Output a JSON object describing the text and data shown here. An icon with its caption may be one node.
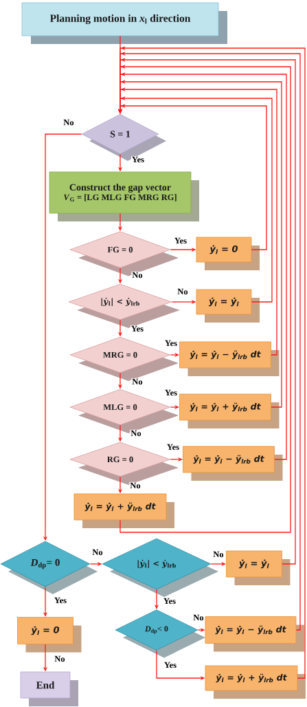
{
  "diagram": {
    "nodes": [
      {
        "text": [
          "Planning motion in *x*$_{l}$ direction"
        ]
      },
      {
        "text": [
          "S = 1"
        ]
      },
      {
        "text": [
          "Construct the gap vector",
          "*V*$_{G}$ = [LG MLG FG MRG RG]"
        ]
      },
      {
        "text": [
          "FG = 0"
        ]
      },
      {
        "text": [
          "ẏ$_{l}$ = 0"
        ]
      },
      {
        "text": [
          "|*ẏ*$_{l}$| < *ẏ*$_{lrb}$"
        ]
      },
      {
        "text": [
          "ẏ$_{l}$ = ẏ$_{l}$"
        ]
      },
      {
        "text": [
          "MRG = 0"
        ]
      },
      {
        "text": [
          "ẏ$_{l}$ = ẏ$_{l}$ − ÿ$_{lrb}$ dt"
        ]
      },
      {
        "text": [
          "MLG = 0"
        ]
      },
      {
        "text": [
          "ẏ$_{l}$ = ẏ$_{l}$ + ÿ$_{lrb}$ dt"
        ]
      },
      {
        "text": [
          "RG = 0"
        ]
      },
      {
        "text": [
          "ẏ$_{l}$ = ẏ$_{l}$ − ÿ$_{lrb}$ dt"
        ]
      },
      {
        "text": [
          "ẏ$_{l}$ = ẏ$_{l}$ + ÿ$_{lrb}$ dt"
        ]
      },
      {
        "text": [
          "*D*$_{dp}$= 0"
        ]
      },
      {
        "text": [
          "|*ẏ*$_{l}$| < *ẏ*$_{lrb}$"
        ]
      },
      {
        "text": [
          "ẏ$_{l}$ = ẏ$_{l}$"
        ]
      },
      {
        "text": [
          "ẏ$_{l}$ = 0"
        ]
      },
      {
        "text": [
          "*D*$_{dp}$< 0"
        ]
      },
      {
        "text": [
          "ẏ$_{l}$ = ẏ$_{l}$ − ÿ$_{lrb}$ dt"
        ]
      },
      {
        "text": [
          "End"
        ]
      },
      {
        "text": [
          "ẏ$_{l}$ = ẏ$_{l}$ + ÿ$_{lrb}$ dt"
        ]
      }
    ],
    "edges": [
      {
        "from": 0,
        "to": 1,
        "arrow": "to"
      },
      {
        "from": 1,
        "to": 2,
        "arrow": "to",
        "label": "Yes"
      },
      {
        "from": 1,
        "to": 14,
        "arrow": "to",
        "label": "No"
      },
      {
        "from": 2,
        "to": 3,
        "arrow": "to"
      },
      {
        "from": 3,
        "to": 4,
        "arrow": "to",
        "label": "Yes"
      },
      {
        "from": 3,
        "to": 5,
        "arrow": "to",
        "label": "No"
      },
      {
        "from": 4,
        "to": 1,
        "arrow": "to"
      },
      {
        "from": 5,
        "to": 6,
        "arrow": "to",
        "label": "No"
      },
      {
        "from": 5,
        "to": 7,
        "arrow": "to",
        "label": "Yes"
      },
      {
        "from": 6,
        "to": 1,
        "arrow": "to"
      },
      {
        "from": 7,
        "to": 8,
        "arrow": "to",
        "label": "Yes"
      },
      {
        "from": 7,
        "to": 9,
        "arrow": "to",
        "label": "No"
      },
      {
        "from": 8,
        "to": 1,
        "arrow": "to"
      },
      {
        "from": 9,
        "to": 10,
        "arrow": "to",
        "label": "Yes"
      },
      {
        "from": 9,
        "to": 11,
        "arrow": "to",
        "label": "No"
      },
      {
        "from": 10,
        "to": 1,
        "arrow": "to"
      },
      {
        "from": 11,
        "to": 12,
        "arrow": "to",
        "label": "Yes"
      },
      {
        "from": 11,
        "to": 13,
        "arrow": "to",
        "label": "No"
      },
      {
        "from": 12,
        "to": 1,
        "arrow": "to"
      },
      {
        "from": 13,
        "to": 1,
        "arrow": "to"
      },
      {
        "from": 14,
        "to": 15,
        "arrow": "to",
        "label": "No"
      },
      {
        "from": 14,
        "to": 17,
        "arrow": "to",
        "label": "Yes"
      },
      {
        "from": 15,
        "to": 16,
        "arrow": "to",
        "label": "No"
      },
      {
        "from": 15,
        "to": 18,
        "arrow": "to",
        "label": "Yes"
      },
      {
        "from": 16,
        "to": 1,
        "arrow": "to"
      },
      {
        "from": 17,
        "to": 20,
        "arrow": "to",
        "label": "No"
      },
      {
        "from": 18,
        "to": 19,
        "arrow": "to",
        "label": "No"
      },
      {
        "from": 18,
        "to": 21,
        "arrow": "to",
        "label": "Yes"
      },
      {
        "from": 19,
        "to": 1,
        "arrow": "to"
      },
      {
        "from": 21,
        "to": 1,
        "arrow": "to"
      }
    ]
  }
}
